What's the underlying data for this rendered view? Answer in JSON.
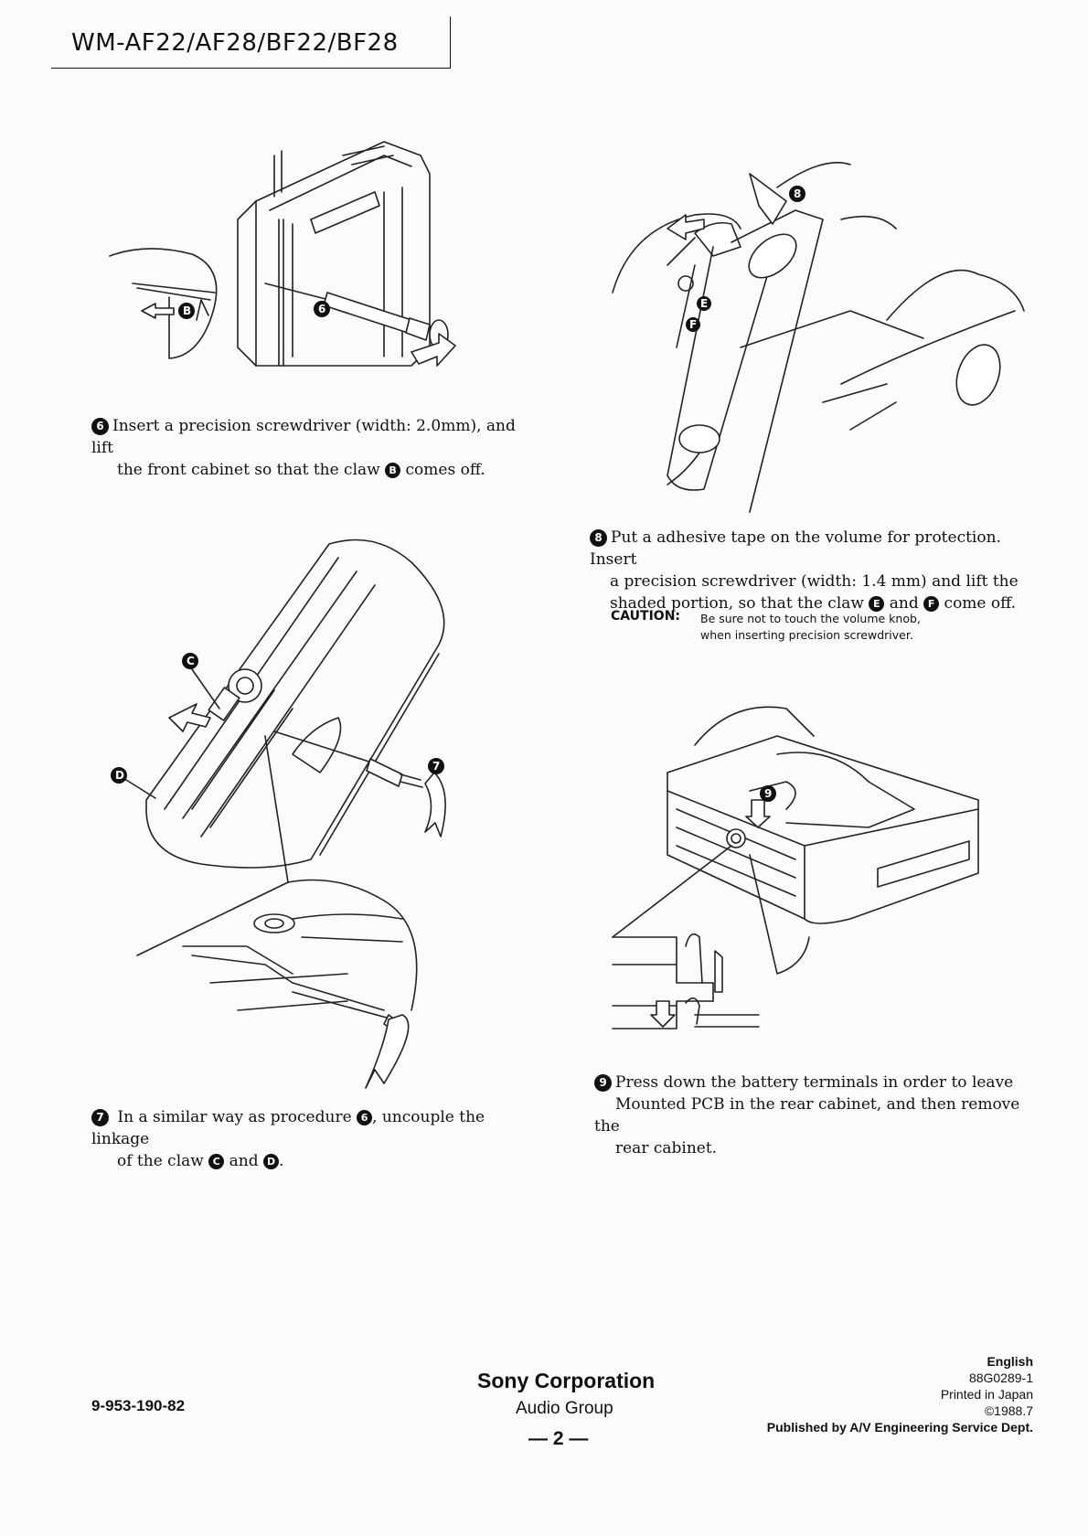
{
  "header": {
    "model": "WM-AF22/AF28/BF22/BF28"
  },
  "steps": [
    {
      "num": "6",
      "line1_a": "Insert a precision screwdriver (width: 2.0mm), and lift",
      "line2_a": "the front cabinet so that the claw",
      "claw1": "B",
      "line2_b": "comes off."
    },
    {
      "num": "7",
      "line1_a": "In a similar way as procedure",
      "ref": "6",
      "line1_b": ", uncouple the linkage",
      "line2_a": "of  the claw",
      "claw1": "C",
      "line2_and": "and",
      "claw2": "D",
      "line2_end": "."
    },
    {
      "num": "8",
      "line1": "Put a adhesive tape on the volume for protection. Insert",
      "line2": "a precision screwdriver (width: 1.4 mm) and lift the",
      "line3_a": "shaded portion, so that the claw",
      "claw1": "E",
      "line3_and": "and",
      "claw2": "F",
      "line3_b": "come off."
    },
    {
      "num": "9",
      "line1": "Press down the battery terminals in order to leave",
      "line2": "Mounted PCB in the rear cabinet, and then remove the",
      "line3": "rear cabinet."
    }
  ],
  "caution": {
    "label": "CAUTION:",
    "line1": "Be sure not to touch the volume knob,",
    "line2": "when inserting precision screwdriver."
  },
  "figure_labels": {
    "fig6_claw": "B",
    "fig6_step": "6",
    "fig7_claw_c": "C",
    "fig7_claw_d": "D",
    "fig7_step": "7",
    "fig8_step": "8",
    "fig8_claw_e": "E",
    "fig8_claw_f": "F",
    "fig9_step": "9"
  },
  "footer": {
    "part_number": "9-953-190-82",
    "company": "Sony Corporation",
    "group": "Audio Group",
    "page": "— 2 —",
    "language": "English",
    "code": "88G0289-1",
    "printed": "Printed in Japan",
    "date": "©1988.7",
    "published": "Published by A/V Engineering Service Dept."
  }
}
